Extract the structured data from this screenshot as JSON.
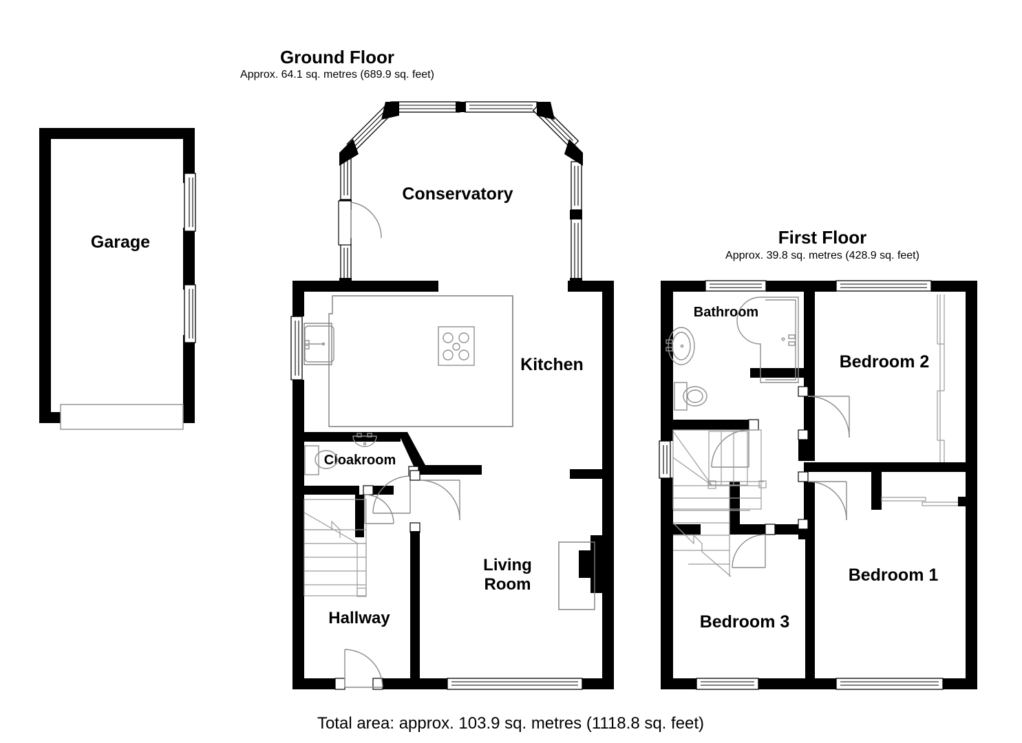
{
  "document": {
    "type": "floor-plan",
    "total_area_label": "Total area: approx. 103.9 sq. metres (1118.8 sq. feet)"
  },
  "floors": [
    {
      "id": "ground",
      "title": "Ground Floor",
      "area_label": "Approx. 64.1 sq. metres (689.9 sq. feet)",
      "area_sqm": 64.1,
      "area_sqft": 689.9,
      "rooms": [
        {
          "name": "Conservatory"
        },
        {
          "name": "Kitchen"
        },
        {
          "name": "Cloakroom"
        },
        {
          "name": "Hallway"
        },
        {
          "name": "Living Room",
          "label_line1": "Living",
          "label_line2": "Room"
        }
      ]
    },
    {
      "id": "first",
      "title": "First Floor",
      "area_label": "Approx. 39.8 sq. metres (428.9 sq. feet)",
      "area_sqm": 39.8,
      "area_sqft": 428.9,
      "rooms": [
        {
          "name": "Bathroom"
        },
        {
          "name": "Bedroom 2"
        },
        {
          "name": "Bedroom 1"
        },
        {
          "name": "Bedroom 3"
        }
      ]
    },
    {
      "id": "garage",
      "title": "",
      "area_label": "",
      "rooms": [
        {
          "name": "Garage"
        }
      ]
    }
  ],
  "labels": {
    "garage": "Garage",
    "conservatory": "Conservatory",
    "kitchen": "Kitchen",
    "cloakroom": "Cloakroom",
    "hallway": "Hallway",
    "living_room_l1": "Living",
    "living_room_l2": "Room",
    "bathroom": "Bathroom",
    "bedroom1": "Bedroom 1",
    "bedroom2": "Bedroom 2",
    "bedroom3": "Bedroom 3",
    "ground_title": "Ground Floor",
    "ground_sub": "Approx. 64.1 sq. metres (689.9 sq. feet)",
    "first_title": "First Floor",
    "first_sub": "Approx. 39.8 sq. metres (428.9 sq. feet)",
    "total": "Total area: approx. 103.9 sq. metres (1118.8 sq. feet)"
  },
  "colors": {
    "wall": "#000000",
    "background": "#ffffff",
    "furniture_line": "#8f8f8f",
    "text": "#000000"
  },
  "fixtures": [
    {
      "name": "kitchen-sink",
      "floor": "ground"
    },
    {
      "name": "kitchen-hob",
      "floor": "ground"
    },
    {
      "name": "kitchen-counter",
      "floor": "ground"
    },
    {
      "name": "cloakroom-toilet",
      "floor": "ground"
    },
    {
      "name": "cloakroom-basin",
      "floor": "ground"
    },
    {
      "name": "hallway-stairs",
      "floor": "ground"
    },
    {
      "name": "living-room-fireplace",
      "floor": "ground"
    },
    {
      "name": "garage-door",
      "floor": "garage"
    },
    {
      "name": "bathroom-basin",
      "floor": "first"
    },
    {
      "name": "bathroom-toilet",
      "floor": "first"
    },
    {
      "name": "bathroom-bath",
      "floor": "first"
    },
    {
      "name": "landing-stairs",
      "floor": "first"
    },
    {
      "name": "bedroom2-wardrobe",
      "floor": "first"
    },
    {
      "name": "airing-cupboard",
      "floor": "first"
    }
  ]
}
